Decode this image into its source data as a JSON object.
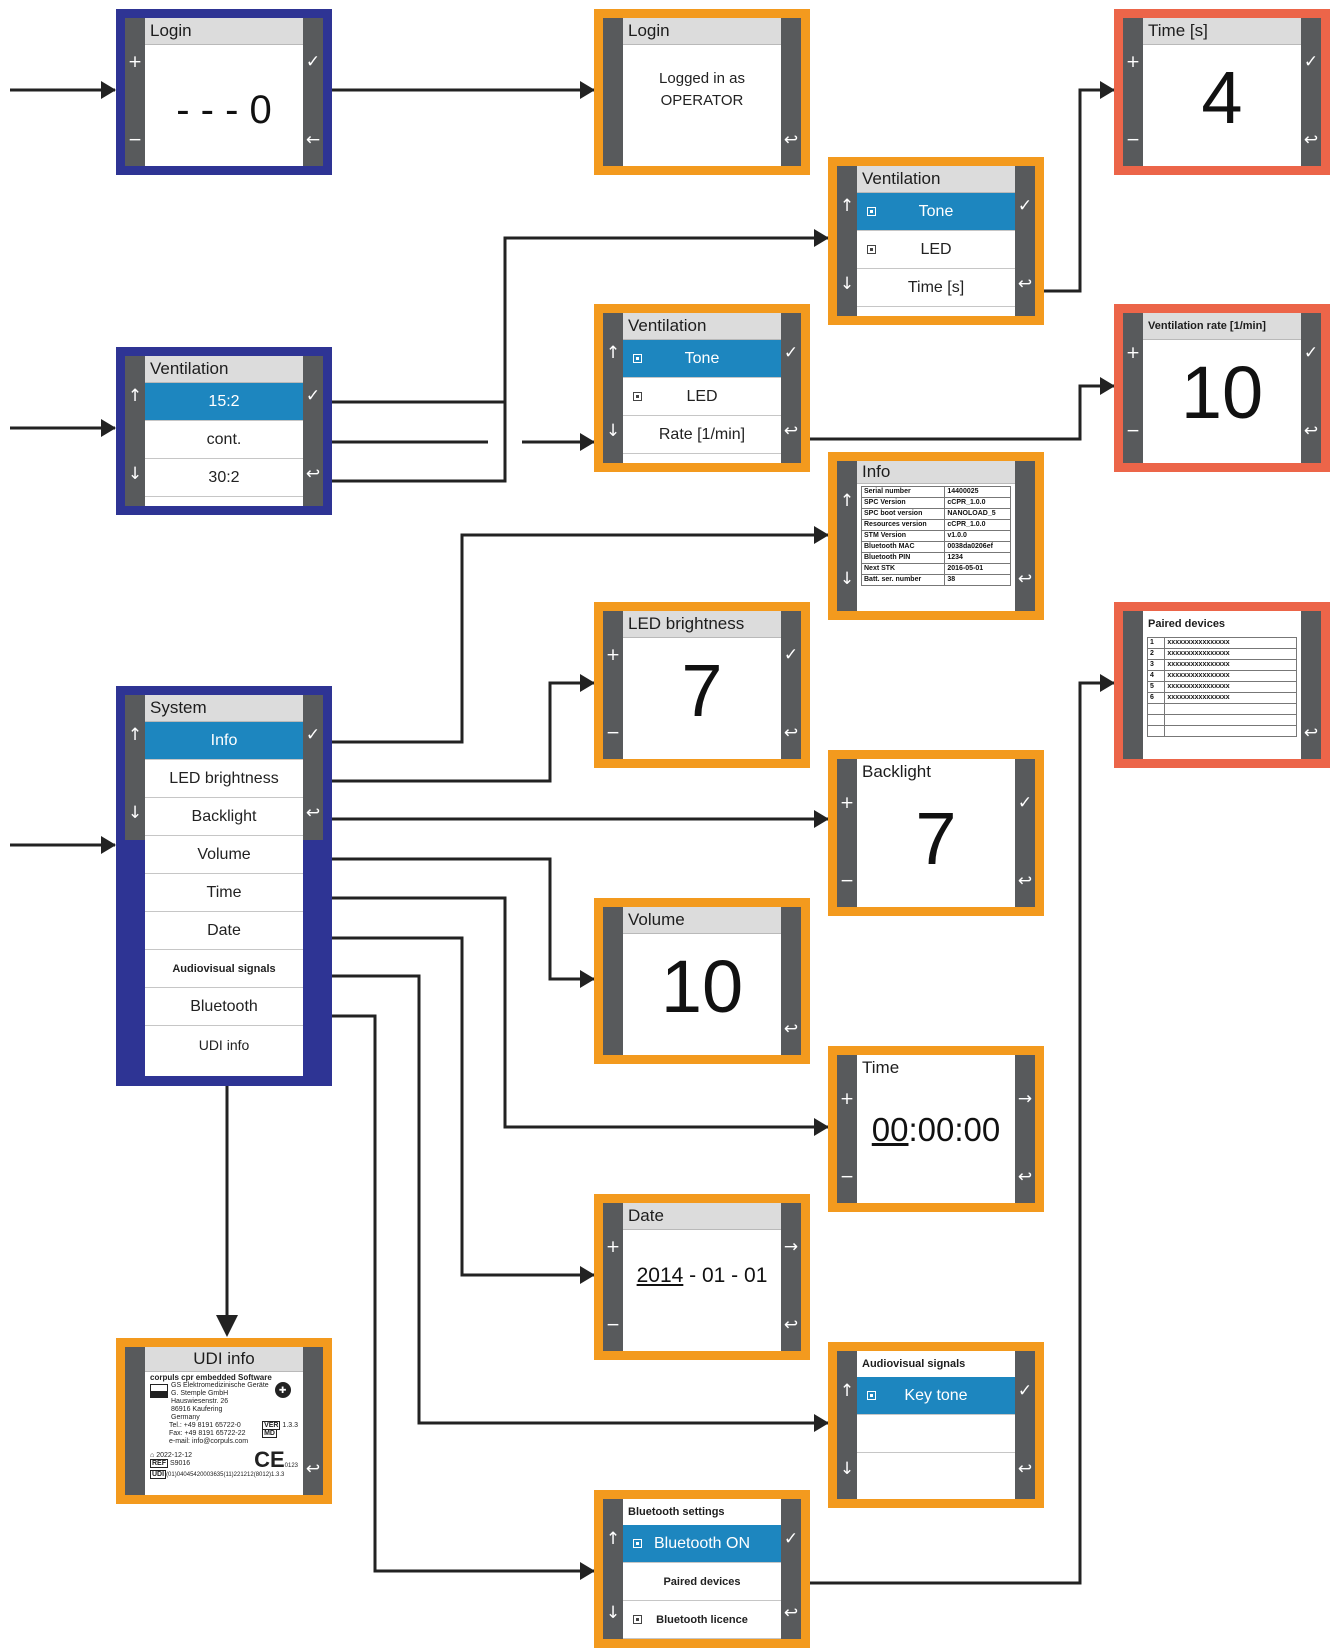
{
  "screens": {
    "login_entry": {
      "title": "Login",
      "value": "- - - 0"
    },
    "logged_in": {
      "title": "Login",
      "message": "Logged in as OPERATOR"
    },
    "time_s": {
      "title": "Time [s]",
      "value": "4"
    },
    "vent_main": {
      "title": "Ventilation",
      "items": [
        "15:2",
        "cont.",
        "30:2"
      ]
    },
    "vent_top": {
      "title": "Ventilation",
      "items": [
        "Tone",
        "LED",
        "Time [s]"
      ]
    },
    "vent_mid": {
      "title": "Ventilation",
      "items": [
        "Tone",
        "LED",
        "Rate [1/min]"
      ]
    },
    "vent_rate": {
      "title": "Ventilation rate [1/min]",
      "value": "10"
    },
    "info": {
      "title": "Info",
      "rows": [
        [
          "Serial number",
          "14400025"
        ],
        [
          "SPC Version",
          "cCPR_1.0.0"
        ],
        [
          "SPC boot version",
          "NANOLOAD_5"
        ],
        [
          "Resources version",
          "cCPR_1.0.0"
        ],
        [
          "STM Version",
          "v1.0.0"
        ],
        [
          "Bluetooth MAC",
          "0038da0206ef"
        ],
        [
          "Bluetooth PIN",
          "1234"
        ],
        [
          "Next STK",
          "2016-05-01"
        ],
        [
          "Batt. ser. number",
          "38"
        ]
      ]
    },
    "led_brightness": {
      "title": "LED brightness",
      "value": "7"
    },
    "paired": {
      "title": "Paired devices",
      "rows": [
        [
          "1",
          "xxxxxxxxxxxxxxxx"
        ],
        [
          "2",
          "xxxxxxxxxxxxxxxx"
        ],
        [
          "3",
          "xxxxxxxxxxxxxxxx"
        ],
        [
          "4",
          "xxxxxxxxxxxxxxxx"
        ],
        [
          "5",
          "xxxxxxxxxxxxxxxx"
        ],
        [
          "6",
          "xxxxxxxxxxxxxxxx"
        ],
        [
          "",
          ""
        ],
        [
          "",
          ""
        ],
        [
          "",
          ""
        ]
      ]
    },
    "system": {
      "title": "System",
      "items": [
        "Info",
        "LED brightness",
        "Backlight",
        "Volume",
        "Time",
        "Date",
        "Audiovisual signals",
        "Bluetooth",
        "UDI info"
      ]
    },
    "backlight": {
      "title": "Backlight",
      "value": "7"
    },
    "volume": {
      "title": "Volume",
      "value": "10"
    },
    "time": {
      "title": "Time",
      "value": "00:00:00",
      "focused": "00",
      "rest": ":00:00"
    },
    "date": {
      "title": "Date",
      "focused": "2014",
      "rest": " - 01 - 01"
    },
    "audiovisual": {
      "title": "Audiovisual signals",
      "items": [
        "Key tone"
      ]
    },
    "bluetooth": {
      "title": "Bluetooth settings",
      "items": [
        "Bluetooth ON",
        "Paired devices",
        "Bluetooth licence"
      ]
    },
    "udi": {
      "title": "UDI info",
      "product": "corpuls cpr embedded Software",
      "manufacturer_lines": [
        "GS Elektromedizinische Geräte",
        "G. Stemple GmbH",
        "Hauswiesenstr. 26",
        "86916 Kaufering",
        "Germany"
      ],
      "contact_lines": [
        "Tel.: +49 8191 65722-0",
        "Fax: +49 8191 65722-22",
        "e-mail: info@corpuls.com"
      ],
      "ver_label": "VER",
      "ver_value": "1.3.3",
      "md_label": "MD",
      "date": "2022-12-12",
      "ref_label": "REF",
      "ref_value": "S9016",
      "udi_label": "UDI",
      "udi_value": "(01)04045420003635(11)221212(8012)1.3.3",
      "ce_mark": "CE",
      "ce_number": "0123"
    }
  },
  "colors": {
    "blue_frame": "#2e3494",
    "orange_frame": "#f39a1e",
    "red_frame": "#ec6549",
    "selection": "#1d86bf",
    "side_bar": "#585a5c"
  }
}
